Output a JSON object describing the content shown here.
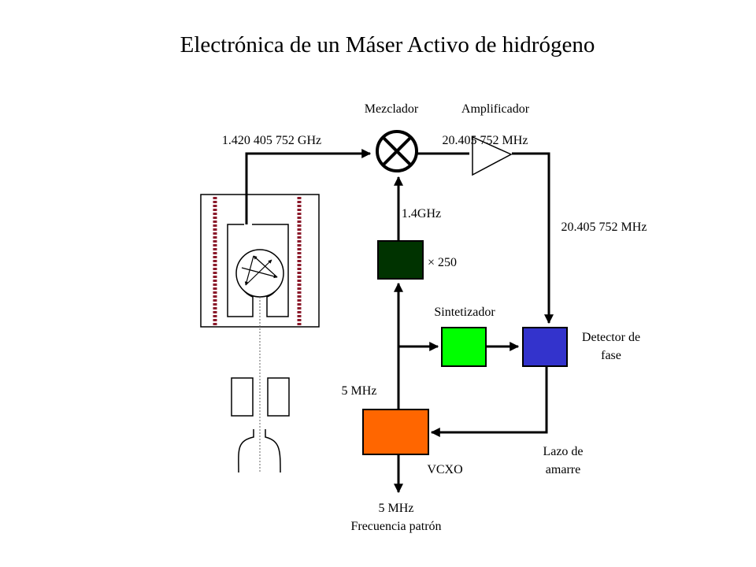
{
  "title": "Electrónica de un Máser Activo de hidrógeno",
  "labels": {
    "mixer": "Mezclador",
    "amplifier": "Amplificador",
    "freq_in": "1.420 405 752 GHz",
    "freq_if_top": "20.405 752 MHz",
    "freq_if_side": "20.405 752 MHz",
    "freq_1_4": "1.4GHz",
    "multiplier": "× 250",
    "synthesizer": "Sintetizador",
    "phase_detector_line1": "Detector de",
    "phase_detector_line2": "fase",
    "five_mhz": "5 MHz",
    "vcxo": "VCXO",
    "loop_line1": "Lazo de",
    "loop_line2": "amarre",
    "output_line1": "5 MHz",
    "output_line2": "Frecuencia patrón"
  },
  "colors": {
    "multiplier_box": "#003300",
    "synthesizer_box": "#00ff00",
    "phase_detector_box": "#3333cc",
    "vcxo_box": "#ff6600",
    "coil_beads": "#8b1a2b"
  }
}
